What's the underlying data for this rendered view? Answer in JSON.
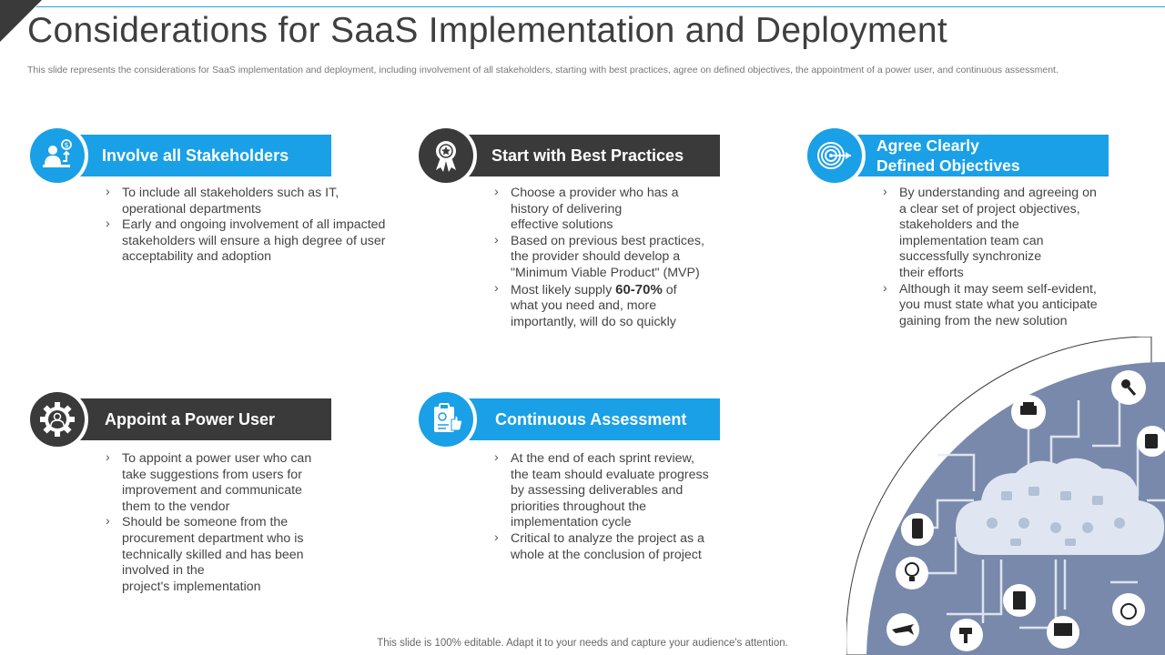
{
  "title": "Considerations for SaaS Implementation and Deployment",
  "subtitle": "This slide represents the considerations for SaaS implementation and deployment, including involvement of all stakeholders, starting with best practices, agree on defined objectives, the appointment of a power user, and continuous assessment.",
  "cards": [
    {
      "heading": "Involve all Stakeholders",
      "icon": "stakeholder-icon",
      "bullets": [
        "To include all stakeholders such as IT,\noperational departments",
        "Early and ongoing involvement of all impacted\nstakeholders will ensure a high degree of user\nacceptability and adoption"
      ]
    },
    {
      "heading": "Start with Best Practices",
      "icon": "award-ribbon-icon",
      "bullets": [
        "Choose a provider who has a\nhistory of delivering\neffective solutions",
        "Based on previous best practices,\nthe provider should develop a\n\"Minimum Viable Product\" (MVP)"
      ],
      "bullet3_pre": "Most likely supply ",
      "bullet3_bold": "60-70%",
      "bullet3_post": " of\nwhat you need and, more\nimportantly, will do so quickly"
    },
    {
      "heading_line1": "Agree Clearly",
      "heading_line2": "Defined Objectives",
      "icon": "target-icon",
      "bullets": [
        "By understanding and agreeing on\na clear set of project objectives,\nstakeholders and the\nimplementation team can\nsuccessfully synchronize\ntheir efforts",
        "Although it may seem self-evident,\nyou must state what you anticipate\ngaining from the new solution"
      ]
    },
    {
      "heading": "Appoint a Power User",
      "icon": "gear-user-icon",
      "bullets": [
        "To appoint a power user who can\ntake suggestions from users for\nimprovement and communicate\nthem to the vendor",
        "Should be someone from the\nprocurement department who is\ntechnically skilled and has been\ninvolved in the\nproject's implementation"
      ]
    },
    {
      "heading": "Continuous Assessment",
      "icon": "clipboard-like-icon",
      "bullets": [
        "At the end of each sprint review,\nthe team should evaluate progress\nby assessing deliverables and\npriorities throughout the\nimplementation cycle",
        "Critical to analyze the project as a\nwhole at the conclusion of project"
      ]
    }
  ],
  "footer": "This slide is 100% editable. Adapt it to your needs and capture your audience's attention.",
  "colors": {
    "accent": "#1aa0e6",
    "dark": "#3a3a3a",
    "illustration": "#7a8fb0"
  }
}
